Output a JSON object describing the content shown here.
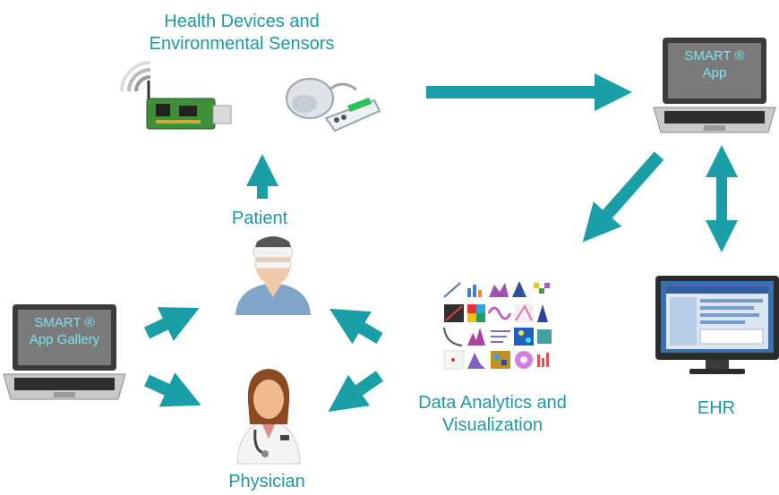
{
  "labels": {
    "devices_line1": "Health Devices and",
    "devices_line2": "Environmental Sensors",
    "patient": "Patient",
    "physician": "Physician",
    "analytics_line1": "Data Analytics and",
    "analytics_line2": "Visualization",
    "ehr": "EHR"
  },
  "laptops": {
    "smart_app": {
      "line1": "SMART ®",
      "line2": "App"
    },
    "app_gallery": {
      "line1": "SMART ®",
      "line2": "App Gallery"
    }
  },
  "colors": {
    "arrow": "#1a9ea7",
    "label": "#1b9aa6",
    "screen_text": "#7fe3f0"
  },
  "icons": [
    "usb-sensor-icon",
    "blood-pressure-monitor-icon",
    "laptop-icon",
    "patient-icon",
    "physician-icon",
    "chart-gallery-icon",
    "ehr-monitor-icon"
  ]
}
